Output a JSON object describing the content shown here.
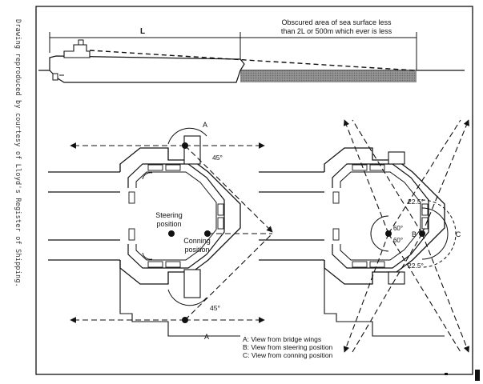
{
  "credit": "Drawing reproduced by courtesy of Lloyd's Register of Shipping.",
  "profile": {
    "length_label": "L",
    "obscured_note_line1": "Obscured area of sea surface less",
    "obscured_note_line2": "than 2L or 500m which ever is less"
  },
  "left_plan": {
    "label_a_top": "A",
    "label_a_bottom": "A",
    "angle_top": "45°",
    "angle_bottom": "45°",
    "steering_line1": "Steering",
    "steering_line2": "position",
    "conning_line1": "Conning",
    "conning_line2": "position"
  },
  "right_plan": {
    "label_b": "B",
    "label_c": "C",
    "angle_upper": "22.5°",
    "angle_lower": "22.5°",
    "angle_60_upper": "60°",
    "angle_60_lower": "60°"
  },
  "legend": {
    "a": "A: View from bridge wings",
    "b": "B: View from steering position",
    "c": "C: View from conning position"
  }
}
